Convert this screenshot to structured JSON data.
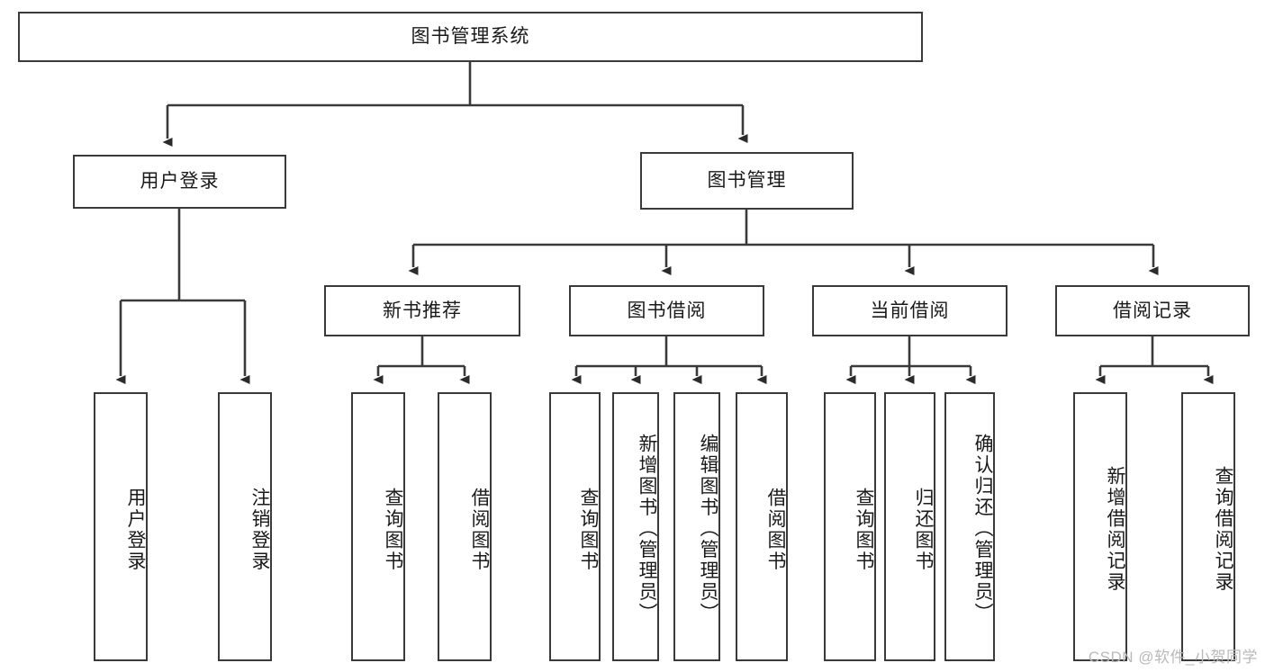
{
  "diagram": {
    "type": "tree-hierarchy",
    "title": "图书管理系统",
    "root": {
      "id": "root",
      "label": "图书管理系统",
      "level": 1
    },
    "level2": [
      {
        "id": "user-login",
        "label": "用户登录",
        "level": 2
      },
      {
        "id": "book-manage",
        "label": "图书管理",
        "level": 2
      }
    ],
    "level3": [
      {
        "id": "new-book-recommend",
        "label": "新书推荐",
        "level": 3,
        "parent": "book-manage"
      },
      {
        "id": "book-borrow",
        "label": "图书借阅",
        "level": 3,
        "parent": "book-manage"
      },
      {
        "id": "current-borrow",
        "label": "当前借阅",
        "level": 3,
        "parent": "book-manage"
      },
      {
        "id": "borrow-record",
        "label": "借阅记录",
        "level": 3,
        "parent": "book-manage"
      }
    ],
    "leaves": [
      {
        "id": "leaf-user-login",
        "label": "用户登录",
        "parent": "user-login"
      },
      {
        "id": "leaf-logout-login",
        "label": "注销登录",
        "parent": "user-login"
      },
      {
        "id": "leaf-query-book-1",
        "label": "查询图书",
        "parent": "new-book-recommend"
      },
      {
        "id": "leaf-borrow-book-1",
        "label": "借阅图书",
        "parent": "new-book-recommend"
      },
      {
        "id": "leaf-query-book-2",
        "label": "查询图书",
        "parent": "book-borrow"
      },
      {
        "id": "leaf-add-book",
        "label": "新增图书（管理员）",
        "parent": "book-borrow"
      },
      {
        "id": "leaf-edit-book",
        "label": "编辑图书（管理员）",
        "parent": "book-borrow"
      },
      {
        "id": "leaf-borrow-book-2",
        "label": "借阅图书",
        "parent": "book-borrow"
      },
      {
        "id": "leaf-query-book-3",
        "label": "查询图书",
        "parent": "current-borrow"
      },
      {
        "id": "leaf-return-book",
        "label": "归还图书",
        "parent": "current-borrow"
      },
      {
        "id": "leaf-confirm-return",
        "label": "确认归还（管理员）",
        "parent": "current-borrow"
      },
      {
        "id": "leaf-add-record",
        "label": "新增借阅记录",
        "parent": "borrow-record"
      },
      {
        "id": "leaf-query-record",
        "label": "查询借阅记录",
        "parent": "borrow-record"
      }
    ],
    "colors": {
      "stroke": "#3a3a3a",
      "fill": "#ffffff",
      "text": "#1a1a1a",
      "watermark": "#b9b9b9"
    }
  },
  "watermark": {
    "text": "CSDN @软件_小贺同学"
  }
}
